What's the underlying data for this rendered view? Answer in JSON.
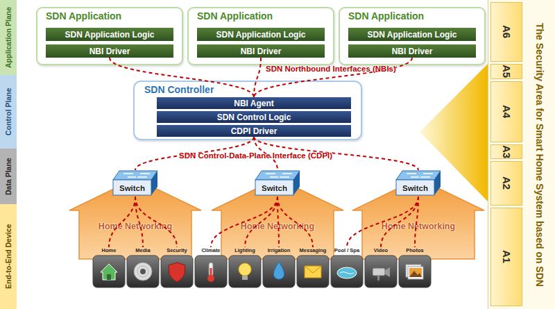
{
  "diagram": {
    "nodes": [
      {
        "text": [
          "Application Plane"
        ]
      },
      {
        "text": [
          "Control Plane"
        ]
      },
      {
        "text": [
          "Data Plane"
        ]
      },
      {
        "text": [
          "End-to-End Device"
        ]
      },
      {
        "text": [
          "SDN Application"
        ]
      },
      {
        "text": [
          "SDN Application Logic"
        ],
        "in": 4
      },
      {
        "text": [
          "NBI Driver"
        ],
        "in": 4
      },
      {
        "text": [
          "SDN Application"
        ]
      },
      {
        "text": [
          "SDN Application Logic"
        ],
        "in": 7
      },
      {
        "text": [
          "NBI Driver"
        ],
        "in": 7
      },
      {
        "text": [
          "SDN Application"
        ]
      },
      {
        "text": [
          "SDN Application Logic"
        ],
        "in": 10
      },
      {
        "text": [
          "NBI Driver"
        ],
        "in": 10
      },
      {
        "text": [
          "SDN Controller"
        ]
      },
      {
        "text": [
          "NBI Agent"
        ],
        "in": 13
      },
      {
        "text": [
          "SDN Control Logic"
        ],
        "in": 13
      },
      {
        "text": [
          "CDPI Driver"
        ],
        "in": 13
      },
      {
        "text": [
          "Home Networking"
        ]
      },
      {
        "text": [
          "Switch"
        ],
        "in": 17
      },
      {
        "text": [
          "Home Networking"
        ]
      },
      {
        "text": [
          "Switch"
        ],
        "in": 19
      },
      {
        "text": [
          "Home Networking"
        ]
      },
      {
        "text": [
          "Switch"
        ],
        "in": 21
      },
      {
        "text": [
          "Home"
        ]
      },
      {
        "text": [
          "Media"
        ]
      },
      {
        "text": [
          "Security"
        ]
      },
      {
        "text": [
          "Climate"
        ]
      },
      {
        "text": [
          "Lighting"
        ]
      },
      {
        "text": [
          "Irrigation"
        ]
      },
      {
        "text": [
          "Messaging"
        ]
      },
      {
        "text": [
          "Pool / Spa"
        ]
      },
      {
        "text": [
          "Video"
        ]
      },
      {
        "text": [
          "Photos"
        ]
      },
      {
        "text": [
          "The Security Area for Smart Home System based on SDN"
        ]
      },
      {
        "text": [
          "A6"
        ],
        "in": 33
      },
      {
        "text": [
          "A5"
        ],
        "in": 33
      },
      {
        "text": [
          "A4"
        ],
        "in": 33
      },
      {
        "text": [
          "A3"
        ],
        "in": 33
      },
      {
        "text": [
          "A2"
        ],
        "in": 33
      },
      {
        "text": [
          "A1"
        ],
        "in": 33
      }
    ],
    "edges": [
      {
        "from": 6,
        "to": 14,
        "arrow": "none"
      },
      {
        "from": 9,
        "to": 14,
        "arrow": "none"
      },
      {
        "from": 12,
        "to": 14,
        "arrow": "none",
        "label": "SDN Northbound Interfaces (NBIs)"
      },
      {
        "from": 16,
        "to": 18,
        "arrow": "none"
      },
      {
        "from": 16,
        "to": 20,
        "arrow": "none",
        "label": "SDN Control-Data-Plane Interface (CDPI)"
      },
      {
        "from": 16,
        "to": 22,
        "arrow": "none"
      },
      {
        "from": 18,
        "to": 23,
        "arrow": "none"
      },
      {
        "from": 18,
        "to": 24,
        "arrow": "none"
      },
      {
        "from": 18,
        "to": 25,
        "arrow": "none"
      },
      {
        "from": 20,
        "to": 26,
        "arrow": "none"
      },
      {
        "from": 20,
        "to": 27,
        "arrow": "none"
      },
      {
        "from": 20,
        "to": 28,
        "arrow": "none"
      },
      {
        "from": 20,
        "to": 29,
        "arrow": "none"
      },
      {
        "from": 22,
        "to": 30,
        "arrow": "none"
      },
      {
        "from": 22,
        "to": 31,
        "arrow": "none"
      },
      {
        "from": 22,
        "to": 32,
        "arrow": "none"
      }
    ]
  }
}
